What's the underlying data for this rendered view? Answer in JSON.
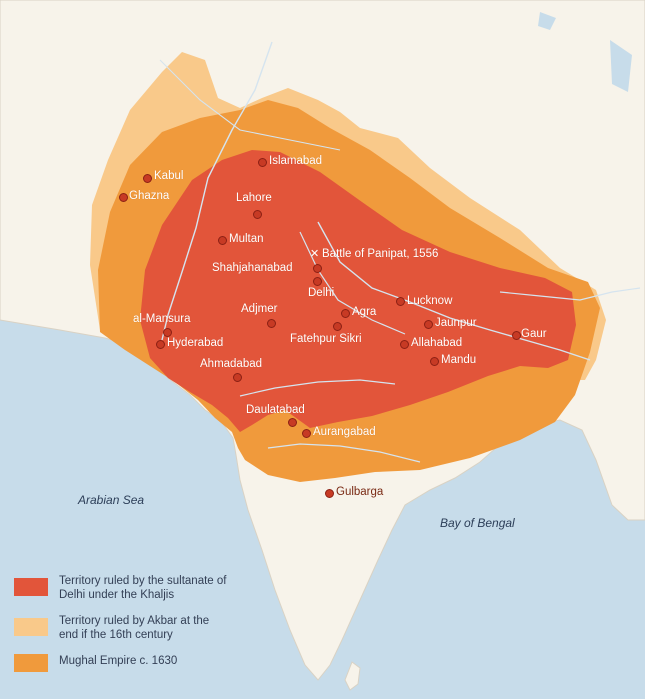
{
  "colors": {
    "sea": "#c7dcea",
    "land": "#f7f3ea",
    "khalji": "#e2553a",
    "akbar": "#f9c98a",
    "mughal": "#f09a3c",
    "city_dot": "#c73a24",
    "river": "#d5e4ef"
  },
  "seas": {
    "arabian": "Arabian Sea",
    "bengal": "Bay of Bengal"
  },
  "places": {
    "kabul": "Kabul",
    "ghazna": "Ghazna",
    "islamabad": "Islamabad",
    "lahore": "Lahore",
    "multan": "Multan",
    "panipat": "Battle of Panipat, 1556",
    "shahjahanabad": "Shahjahanabad",
    "delhi": "Delhi",
    "adjmer": "Adjmer",
    "agra": "Agra",
    "lucknow": "Lucknow",
    "jaunpur": "Jaunpur",
    "gaur": "Gaur",
    "al_mansura": "al-Mansura",
    "hyderabad": "Hyderabad",
    "fatehpur": "Fatehpur Sikri",
    "allahabad": "Allahabad",
    "mandu": "Mandu",
    "ahmadabad": "Ahmadabad",
    "daulatabad": "Daulatabad",
    "aurangabad": "Aurangabad",
    "gulbarga": "Gulbarga"
  },
  "legend": {
    "khalji": "Territory ruled by the sultanate of Delhi under the Khaljis",
    "akbar": "Territory ruled by Akbar at the end if the 16th century",
    "mughal": "Mughal Empire c. 1630"
  }
}
